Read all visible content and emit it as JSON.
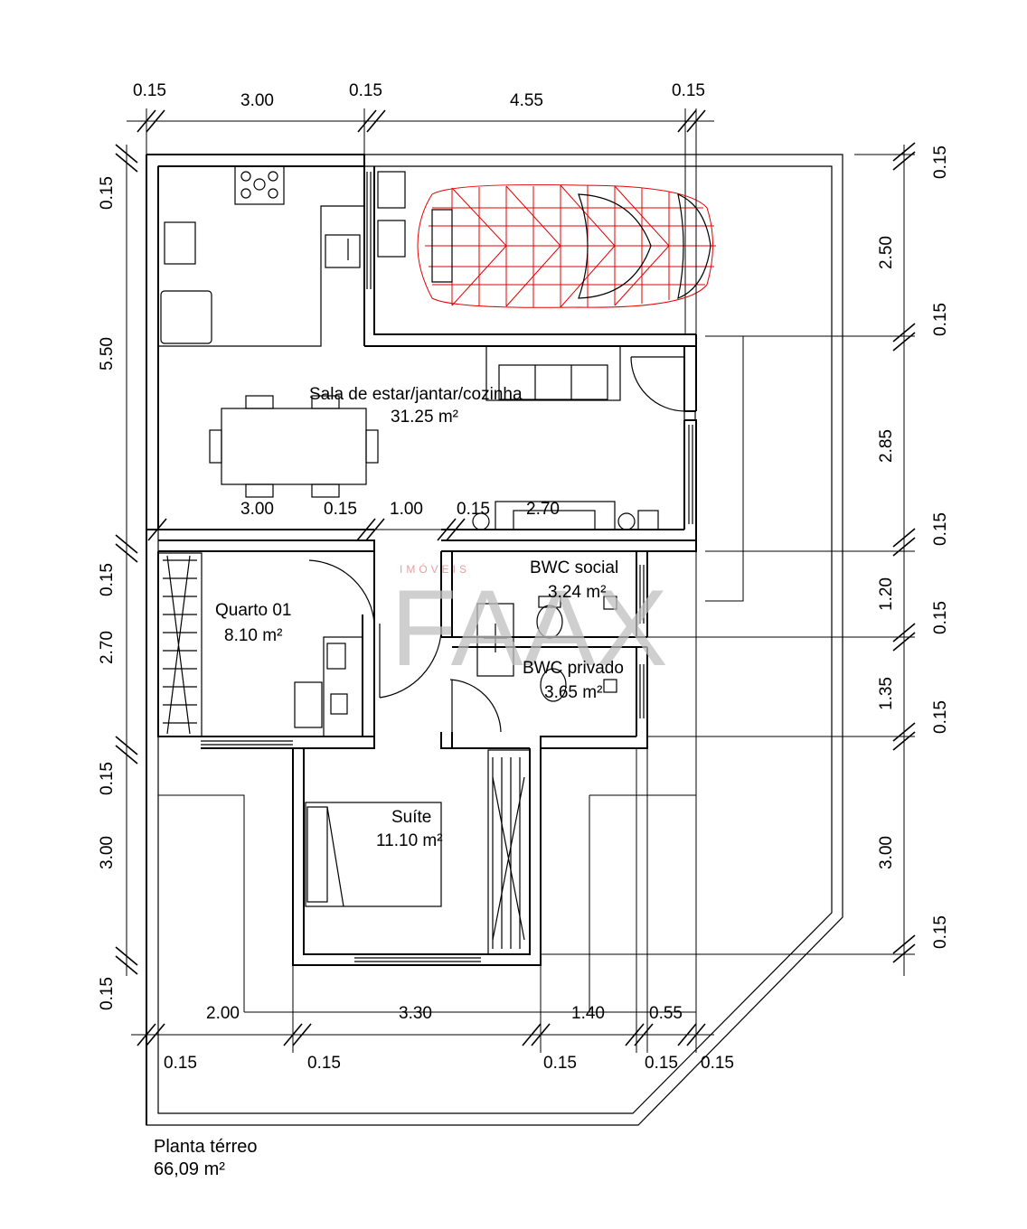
{
  "plan": {
    "title": "Planta térreo",
    "total_area": "66,09 m²"
  },
  "rooms": {
    "living": {
      "name": "Sala de estar/jantar/cozinha",
      "area": "31.25 m²"
    },
    "bedroom1": {
      "name": "Quarto 01",
      "area": "8.10 m²"
    },
    "bwc_social": {
      "name": "BWC social",
      "area": "3.24 m²"
    },
    "bwc_private": {
      "name": "BWC privado",
      "area": "3.65 m²"
    },
    "suite": {
      "name": "Suíte",
      "area": "11.10 m²"
    }
  },
  "dimensions": {
    "top": [
      "0.15",
      "3.00",
      "0.15",
      "4.55",
      "0.15"
    ],
    "left": [
      "0.15",
      "5.50",
      "0.15",
      "2.70",
      "0.15",
      "3.00",
      "0.15"
    ],
    "right": [
      "0.15",
      "2.50",
      "0.15",
      "2.85",
      "0.15",
      "1.20",
      "0.15",
      "1.35",
      "0.15",
      "3.00",
      "0.15"
    ],
    "middle": [
      "3.00",
      "0.15",
      "1.00",
      "0.15",
      "2.70"
    ],
    "bottom_inner": [
      "2.00",
      "3.30",
      "1.40",
      "0.55"
    ],
    "bottom_outer": [
      "0.15",
      "0.15",
      "0.15",
      "0.15",
      "0.15"
    ]
  },
  "watermark": {
    "brand": "FAAX",
    "subtitle": "IMÓVEIS"
  },
  "colors": {
    "car": "#e60000",
    "walls": "#000000",
    "watermark": "#bfbfbf"
  }
}
